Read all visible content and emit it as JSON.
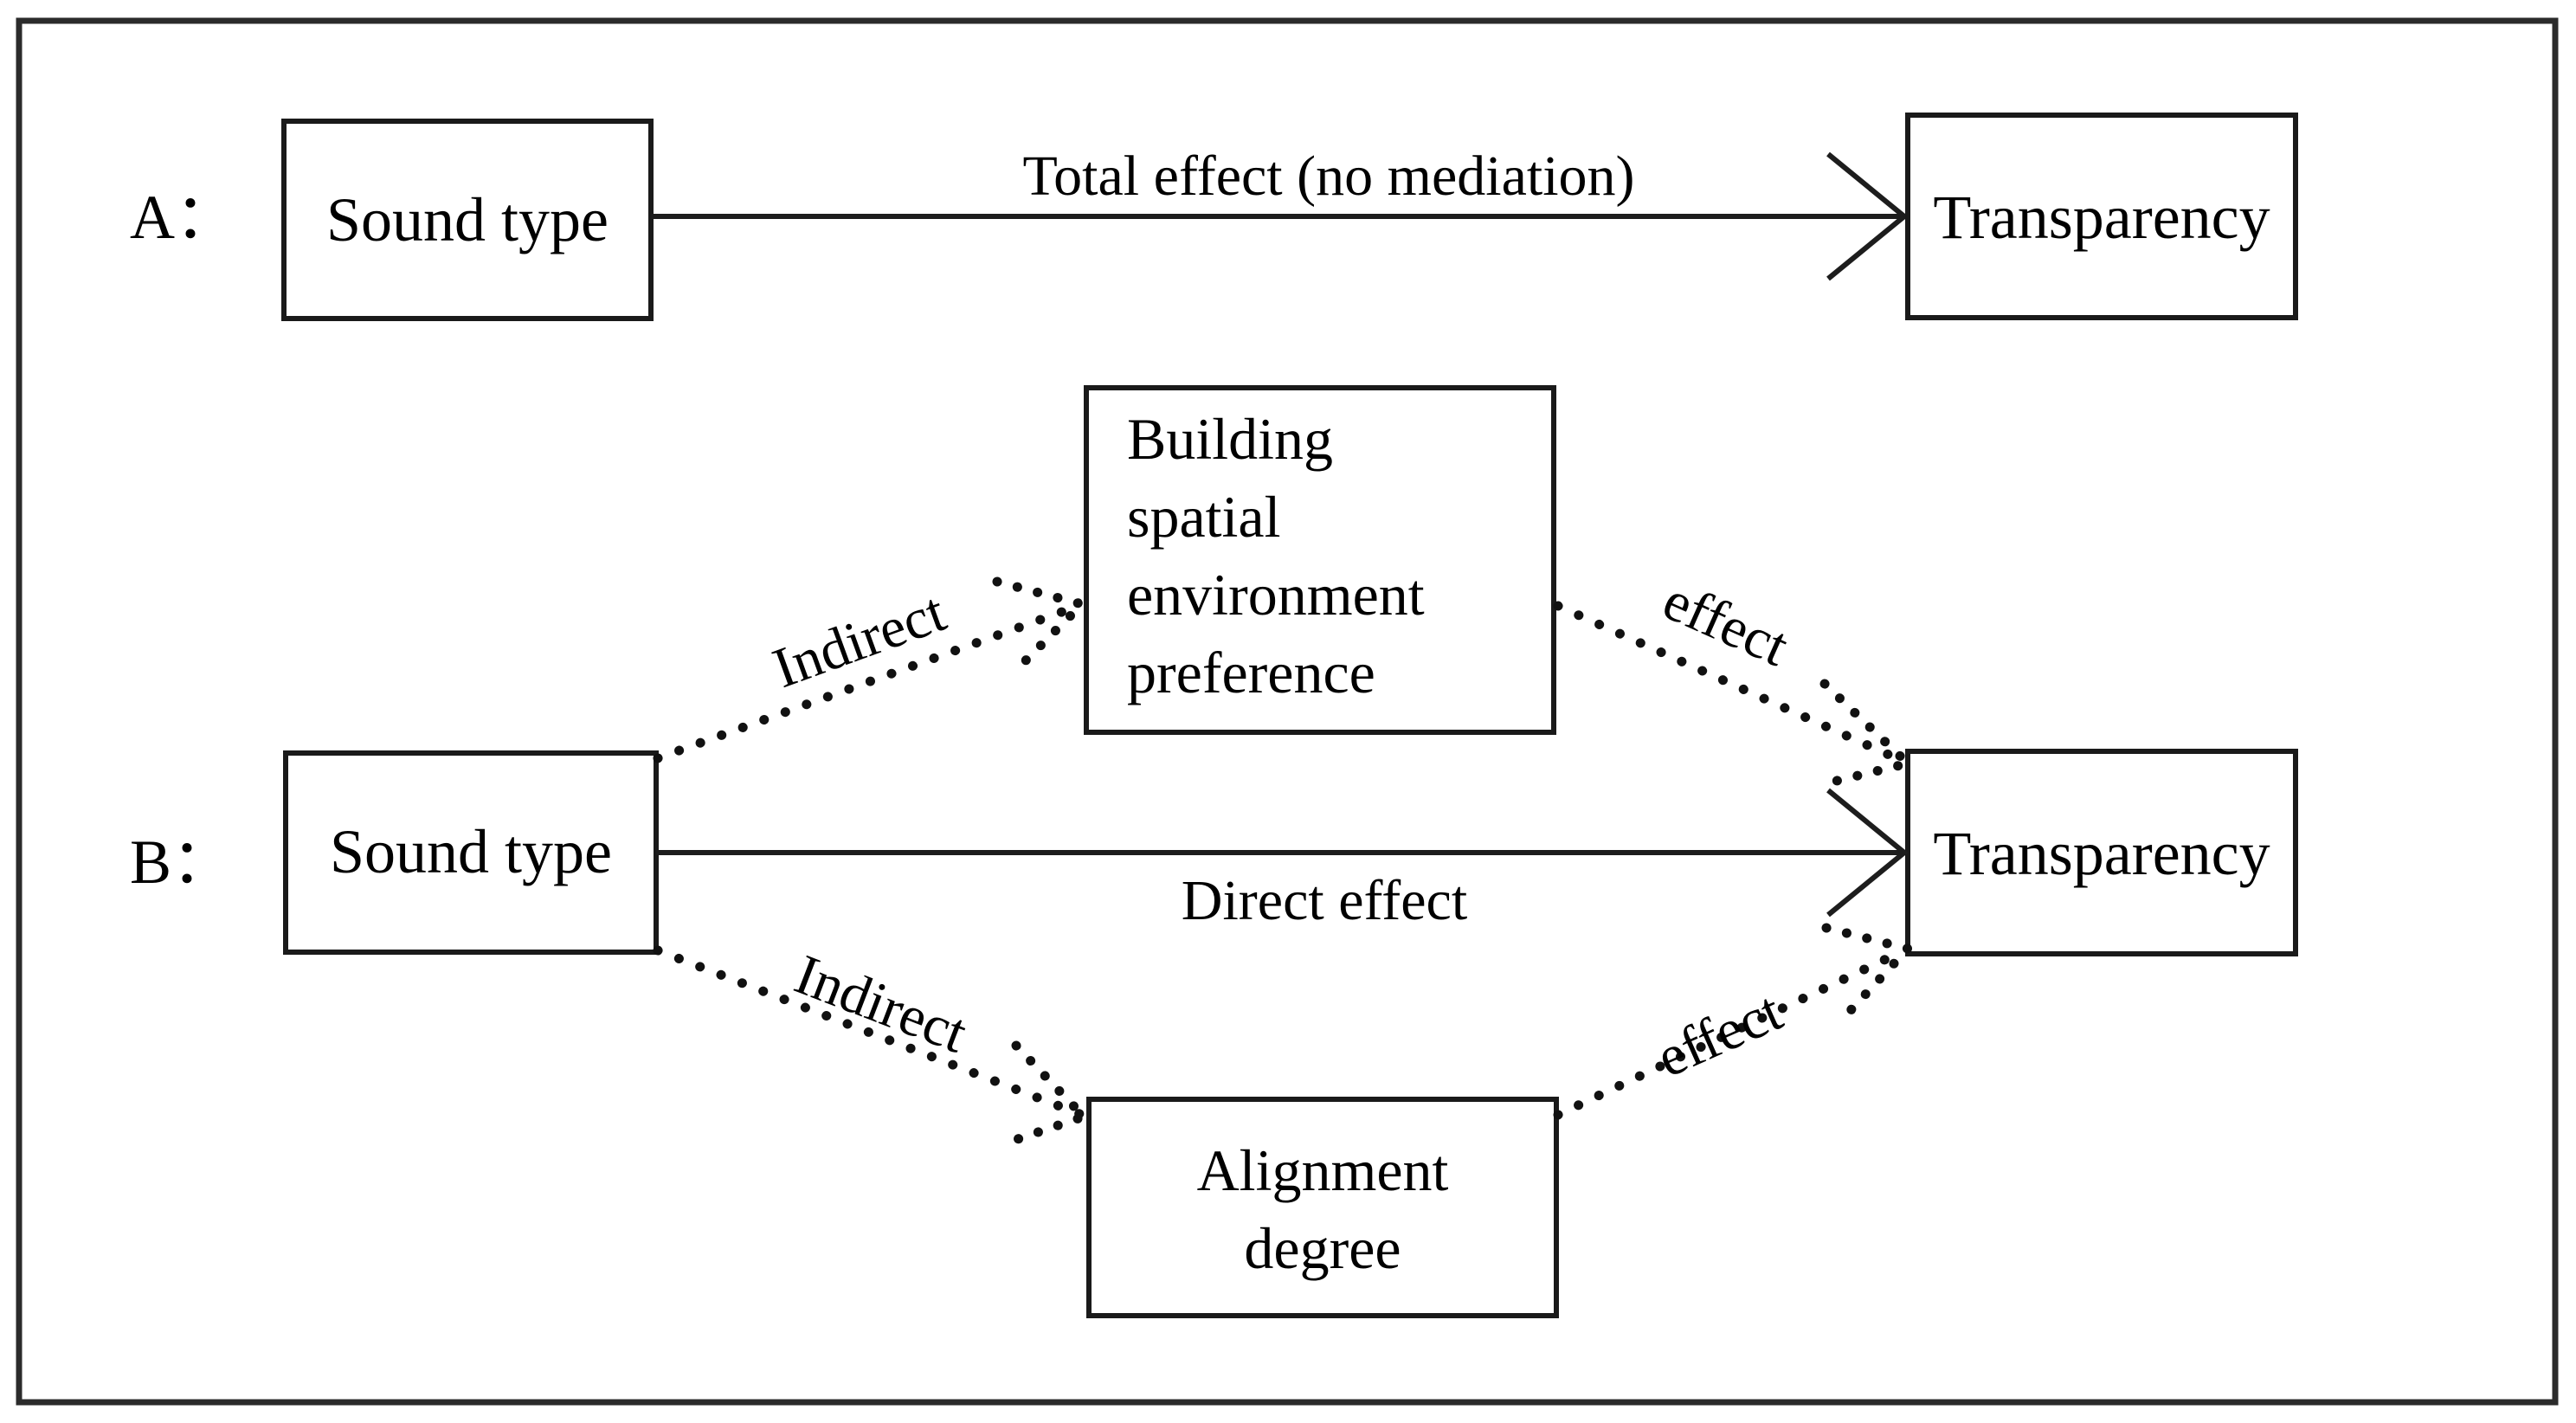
{
  "figure": {
    "frame_color": "#2b2b2b",
    "background": "#ffffff",
    "line_color": "#1d1d1d"
  },
  "panel_a": {
    "label": "A：",
    "source_box": "Sound type",
    "target_box": "Transparency",
    "edge_label": "Total effect (no mediation)"
  },
  "panel_b": {
    "label": "B：",
    "source_box": "Sound type",
    "target_box": "Transparency",
    "mediator_top_line1": "Building",
    "mediator_top_line2": "spatial",
    "mediator_top_line3": "environment",
    "mediator_top_line4": "preference",
    "mediator_bottom_line1": "Alignment",
    "mediator_bottom_line2": "degree",
    "edge_direct": "Direct effect",
    "edge_top_left": "Indirect",
    "edge_top_right": "effect",
    "edge_bottom_left": "Indirect",
    "edge_bottom_right": "effect"
  }
}
